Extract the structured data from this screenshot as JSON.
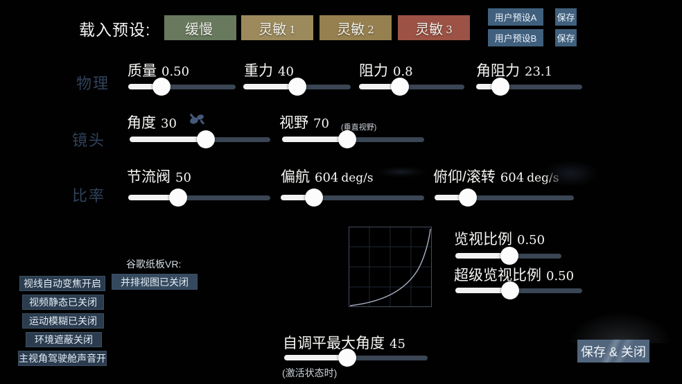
{
  "header": {
    "load_preset_label": "载入预设:",
    "presets": [
      {
        "label": "缓慢",
        "num": ""
      },
      {
        "label": "灵敏",
        "num": "1"
      },
      {
        "label": "灵敏",
        "num": "2"
      },
      {
        "label": "灵敏",
        "num": "3"
      }
    ],
    "user_preset_a": "用户预设A",
    "user_preset_b": "用户预设B",
    "save_label": "保存"
  },
  "sections": {
    "physics": "物理",
    "camera": "镜头",
    "rates": "比率"
  },
  "sliders": {
    "mass": {
      "label": "质量",
      "value": "0.50",
      "pct": 31
    },
    "gravity": {
      "label": "重力",
      "value": "40",
      "pct": 50
    },
    "drag": {
      "label": "阻力",
      "value": "0.8",
      "pct": 39
    },
    "angular_drag": {
      "label": "角阻力",
      "value": "23.1",
      "pct": 23
    },
    "camera_angle": {
      "label": "角度",
      "value": "30",
      "pct": 54
    },
    "fov": {
      "label": "视野",
      "value": "70",
      "pct": 46,
      "note": "(垂直视野)"
    },
    "throttle": {
      "label": "节流阀",
      "value": "50",
      "pct": 35
    },
    "yaw": {
      "label": "偏航",
      "value": "604",
      "unit": "deg/s",
      "pct": 23
    },
    "pitch_roll": {
      "label": "俯仰/滚转",
      "value": "604",
      "unit": "deg/s",
      "pct": 24
    },
    "expo": {
      "label": "览视比例",
      "value": "0.50",
      "pct": 51
    },
    "super_expo": {
      "label": "超级览视比例",
      "value": "0.50",
      "pct": 43
    },
    "self_level": {
      "label": "自调平最大角度",
      "value": "45",
      "pct": 44,
      "note": "(激活状态时)"
    }
  },
  "vr": {
    "label": "谷歌纸板VR:",
    "side_by_side_button": "并排视图已关闭"
  },
  "toggles": [
    "视线自动变焦开启",
    "视频静态已关闭",
    "运动模糊已关闭",
    "环境遮蔽关闭",
    "主视角驾驶舱声音开"
  ],
  "footer": {
    "save_close_button": "保存 & 关闭"
  },
  "colors": {
    "preset_slow": "#68795e",
    "preset_sens1": "#9c8a5c",
    "preset_sens2": "#96804f",
    "preset_sens3": "#9c5244",
    "user_preset_bg": "#40607e",
    "toggle_bg": "#2b3c4f",
    "slider_track": "#3a4654",
    "slider_fill": "#f2f2f2",
    "section_label": "#31425c",
    "save_close_bg": "#51657d"
  }
}
